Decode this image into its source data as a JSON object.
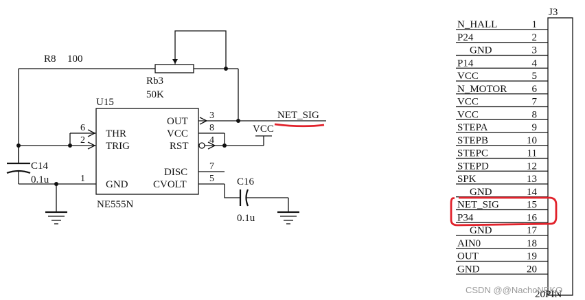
{
  "resistor_r8": {
    "ref": "R8",
    "value": "100"
  },
  "potentiometer": {
    "ref": "Rb3",
    "value": "50K"
  },
  "ic": {
    "ref": "U15",
    "part": "NE555N",
    "pins_left": [
      {
        "num": "6",
        "name": "THR"
      },
      {
        "num": "2",
        "name": "TRIG"
      },
      {
        "num": "1",
        "name": "GND"
      }
    ],
    "pins_right": [
      {
        "num": "3",
        "name": "OUT"
      },
      {
        "num": "8",
        "name": "VCC"
      },
      {
        "num": "4",
        "name": "RST"
      },
      {
        "num": "7",
        "name": "DISC"
      },
      {
        "num": "5",
        "name": "CVOLT"
      }
    ]
  },
  "cap_c14": {
    "ref": "C14",
    "value": "0.1u"
  },
  "cap_c16": {
    "ref": "C16",
    "value": "0.1u"
  },
  "net_label": "NET_SIG",
  "vcc_label": "VCC",
  "connector": {
    "ref": "J3",
    "type": "20PIN",
    "pins": [
      {
        "num": "1",
        "name": "N_HALL"
      },
      {
        "num": "2",
        "name": "P24"
      },
      {
        "num": "3",
        "name": "GND"
      },
      {
        "num": "4",
        "name": "P14"
      },
      {
        "num": "5",
        "name": "VCC"
      },
      {
        "num": "6",
        "name": "N_MOTOR"
      },
      {
        "num": "7",
        "name": "VCC"
      },
      {
        "num": "8",
        "name": "VCC"
      },
      {
        "num": "9",
        "name": "STEPA"
      },
      {
        "num": "10",
        "name": "STEPB"
      },
      {
        "num": "11",
        "name": "STEPC"
      },
      {
        "num": "12",
        "name": "STEPD"
      },
      {
        "num": "13",
        "name": "SPK"
      },
      {
        "num": "14",
        "name": "GND"
      },
      {
        "num": "15",
        "name": "NET_SIG"
      },
      {
        "num": "16",
        "name": "P34"
      },
      {
        "num": "17",
        "name": "GND"
      },
      {
        "num": "18",
        "name": "AIN0"
      },
      {
        "num": "19",
        "name": "OUT"
      },
      {
        "num": "20",
        "name": "GND"
      }
    ]
  },
  "watermark": "CSDN @@NachoNEKO"
}
